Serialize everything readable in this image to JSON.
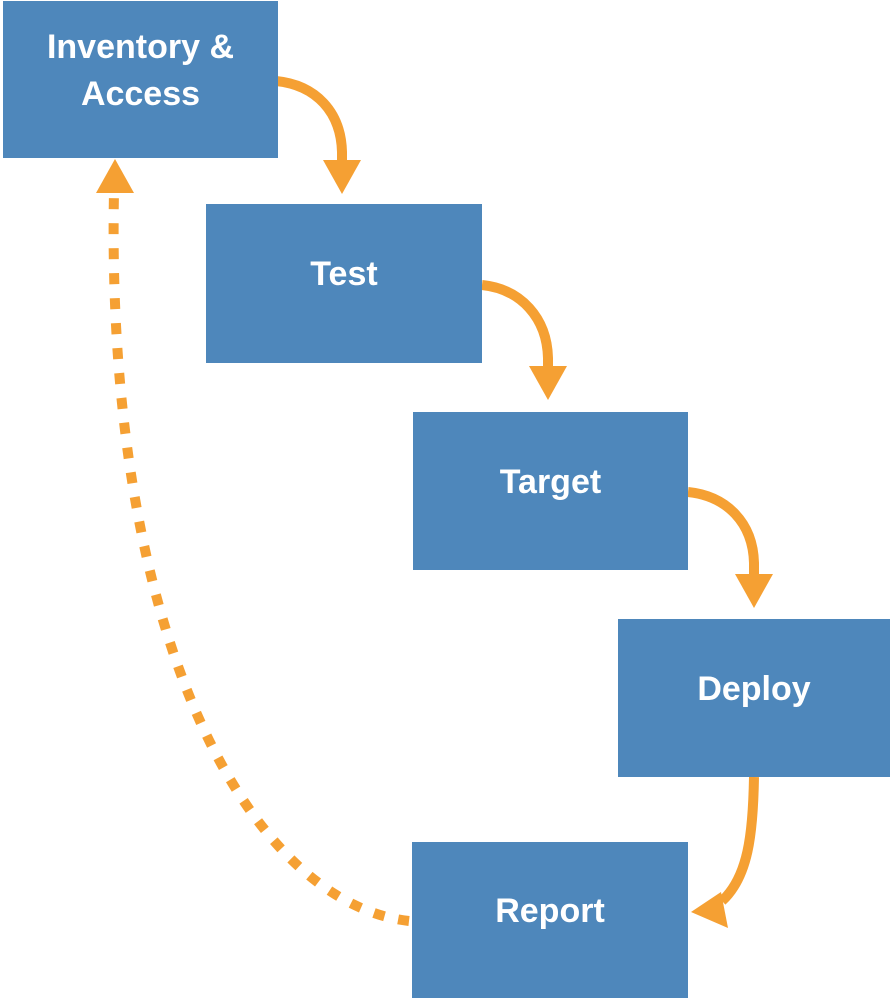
{
  "diagram": {
    "type": "flowchart",
    "nodes": [
      {
        "id": "inventory-access",
        "label": "Inventory & Access"
      },
      {
        "id": "test",
        "label": "Test"
      },
      {
        "id": "target",
        "label": "Target"
      },
      {
        "id": "deploy",
        "label": "Deploy"
      },
      {
        "id": "report",
        "label": "Report"
      }
    ],
    "edges": [
      {
        "from": "inventory-access",
        "to": "test",
        "style": "solid"
      },
      {
        "from": "test",
        "to": "target",
        "style": "solid"
      },
      {
        "from": "target",
        "to": "deploy",
        "style": "solid"
      },
      {
        "from": "deploy",
        "to": "report",
        "style": "solid"
      },
      {
        "from": "report",
        "to": "inventory-access",
        "style": "dashed"
      }
    ],
    "colors": {
      "node_fill": "#4E87BB",
      "node_text": "#FFFFFF",
      "arrow": "#F5A033",
      "background": "#FFFFFF"
    }
  }
}
